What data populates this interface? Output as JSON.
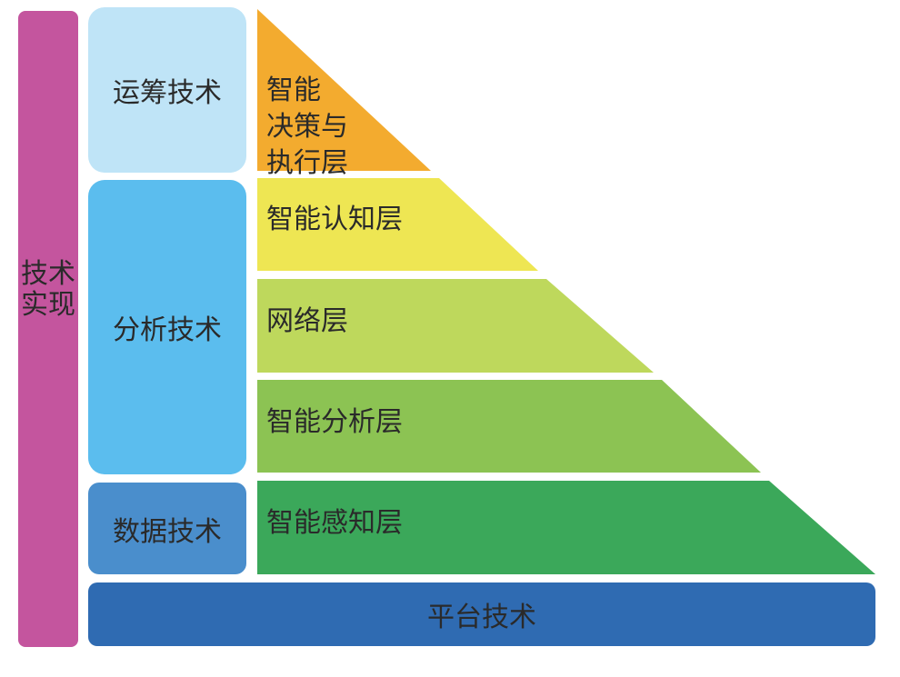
{
  "side_label": "技术实现",
  "tech": {
    "yunchou": "运筹技术",
    "fenxi": "分析技术",
    "shuju": "数据技术",
    "platform": "平台技术"
  },
  "layers": {
    "decision": [
      "智能",
      "决策与",
      "执行层"
    ],
    "cognition": "智能认知层",
    "network": "网络层",
    "analysis": "智能分析层",
    "perception": "智能感知层"
  },
  "colors": {
    "decision": "#f3ab2f",
    "cognition": "#eee653",
    "network": "#bed85c",
    "analysis": "#8cc353",
    "perception": "#3ba85a",
    "side_bar": "#c4559e",
    "yunchou": "#bfe4f7",
    "fenxi": "#5bbdee",
    "shuju": "#4a8ecc",
    "platform": "#2f6bb2"
  }
}
